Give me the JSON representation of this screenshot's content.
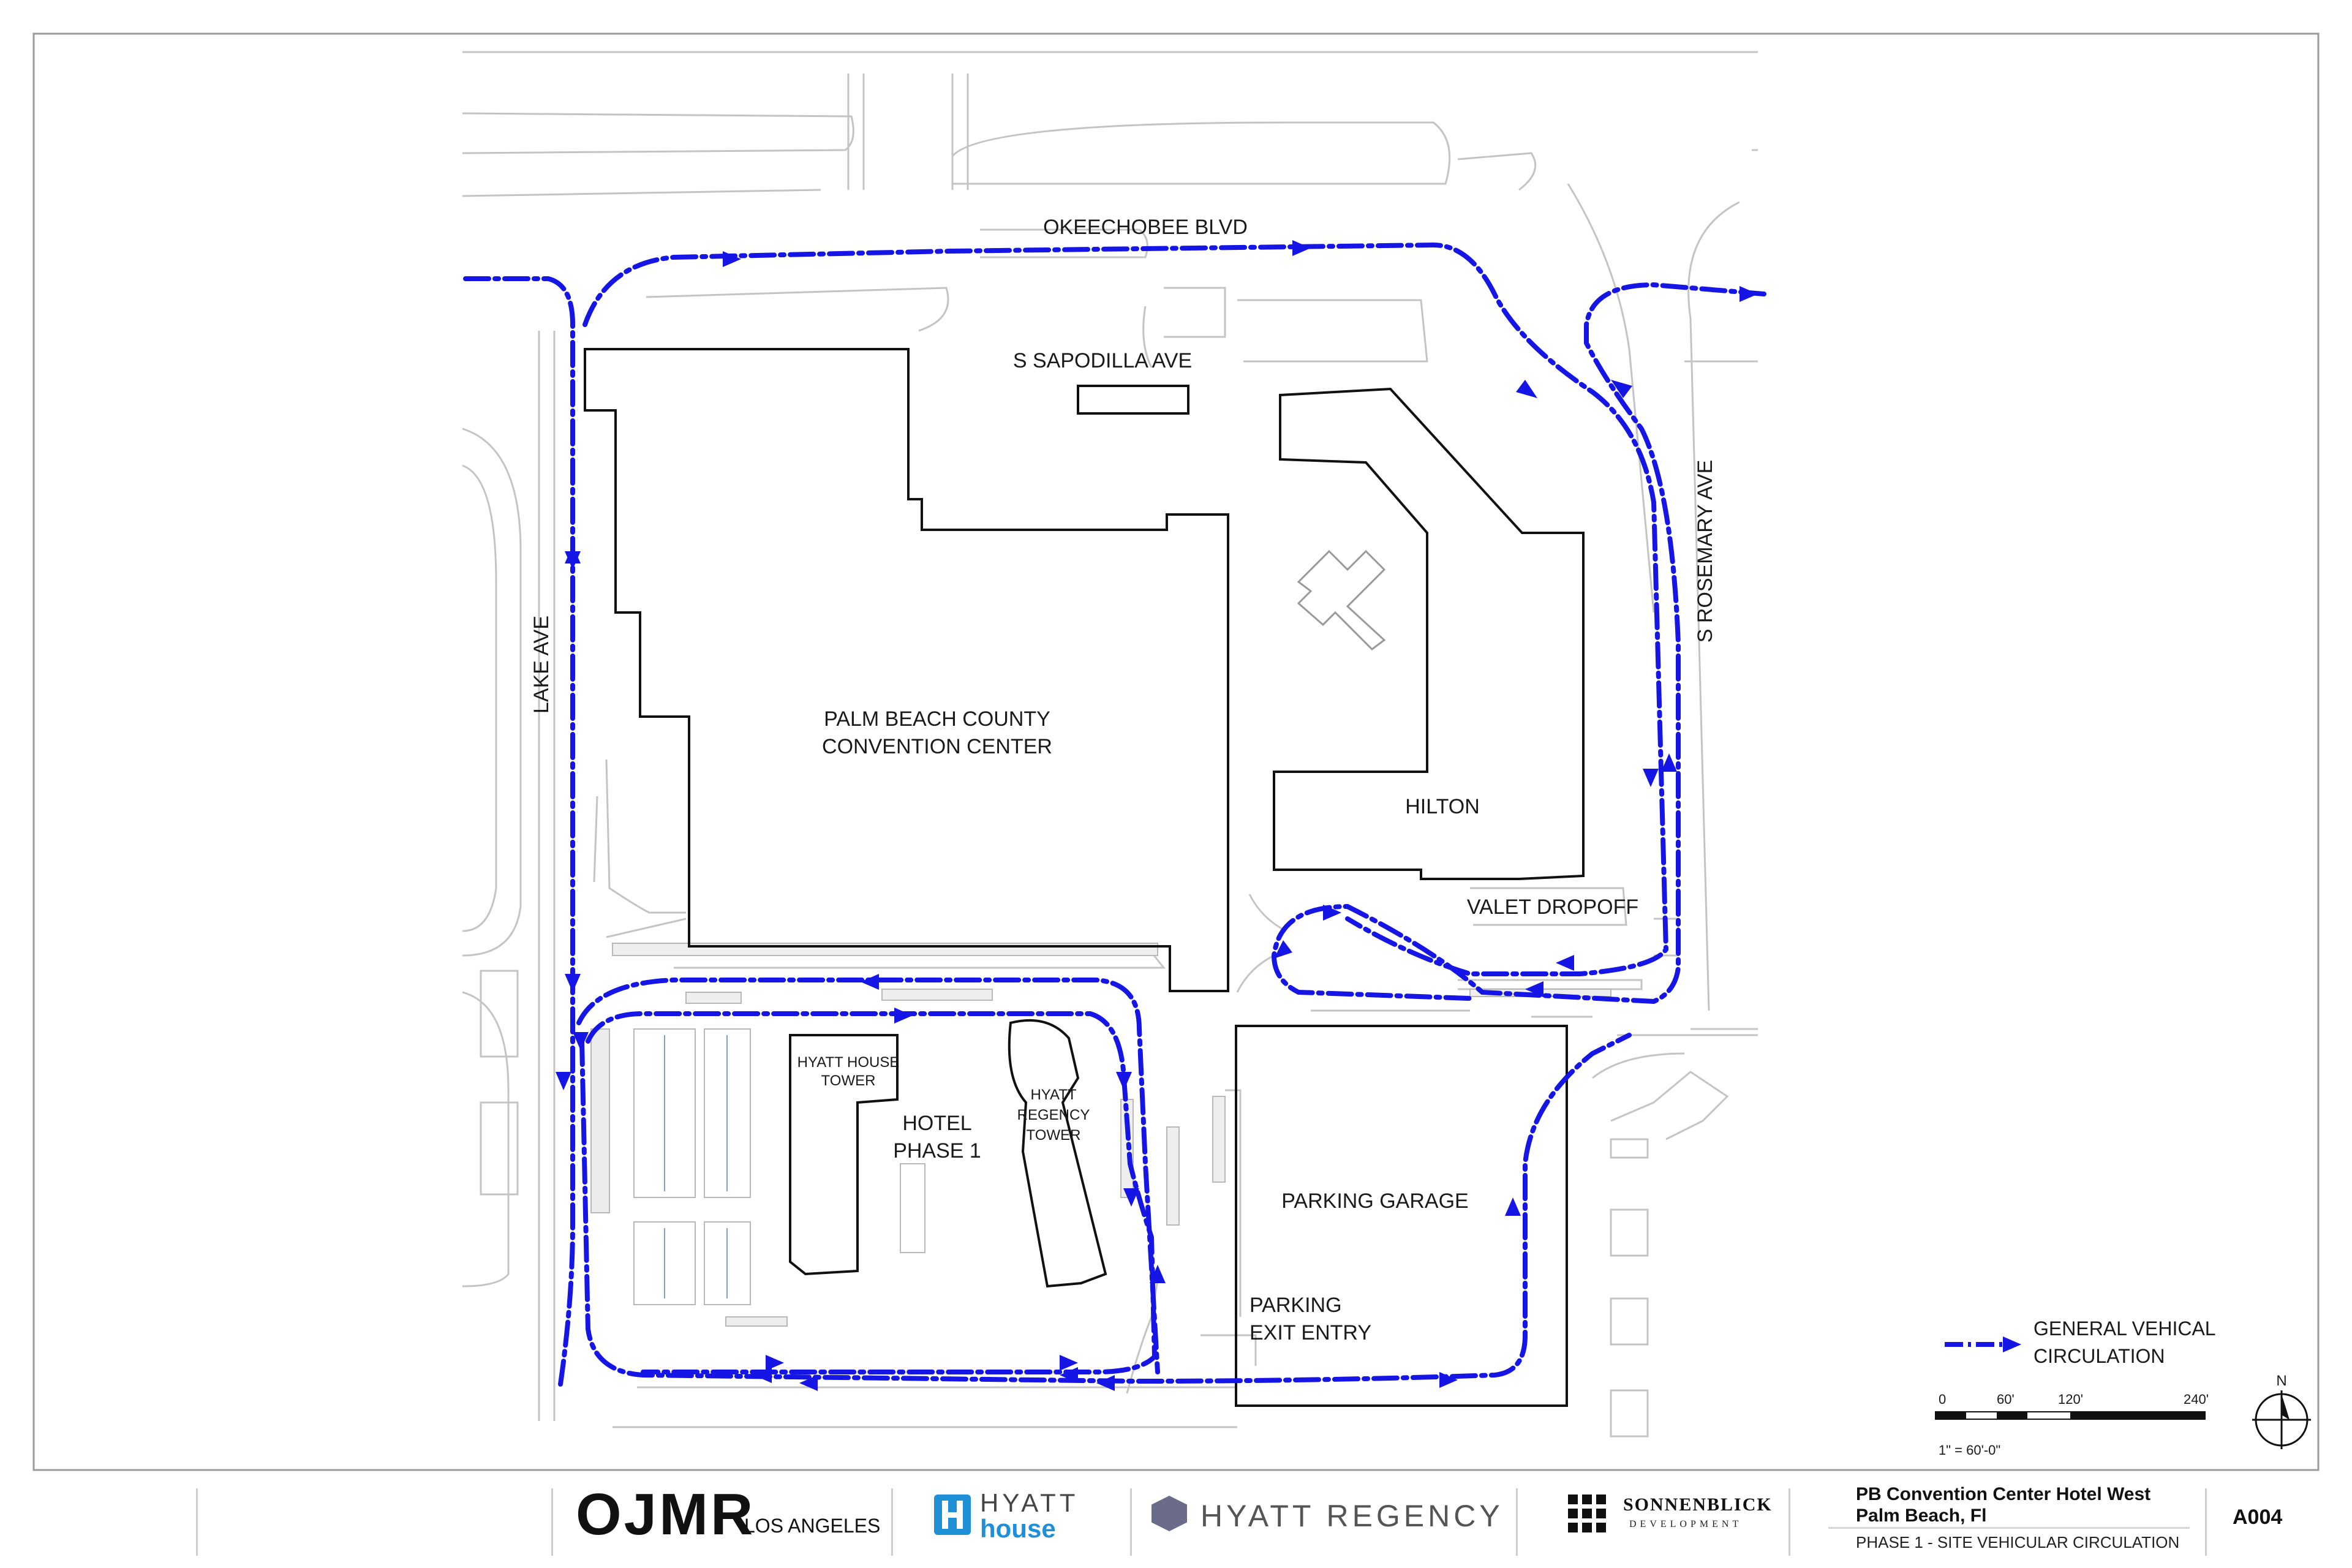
{
  "map_labels": {
    "okeechobee": "OKEECHOBEE BLVD",
    "sapodilla": "S SAPODILLA AVE",
    "rosemary": "S ROSEMARY AVE",
    "lake_ave": "LAKE AVE",
    "convention_1": "PALM BEACH COUNTY",
    "convention_2": "CONVENTION CENTER",
    "hilton": "HILTON",
    "valet": "VALET DROPOFF",
    "hyatt_house_1": "HYATT HOUSE",
    "hyatt_house_2": "TOWER",
    "hotel_1": "HOTEL",
    "hotel_2": "PHASE 1",
    "regency_1": "HYATT",
    "regency_2": "REGENCY",
    "regency_3": "TOWER",
    "garage": "PARKING GARAGE",
    "exit_1": "PARKING",
    "exit_2": "EXIT ENTRY"
  },
  "legend": {
    "line1": "GENERAL VEHICAL",
    "line2": "CIRCULATION",
    "route_color": "#1515e6"
  },
  "scale": {
    "t0": "0",
    "t60": "60'",
    "t120": "120'",
    "t240": "240'",
    "ratio": "1\" = 60'-0\"",
    "north": "N"
  },
  "title_block": {
    "ojmr": "OJMR",
    "los_angeles": "LOS ANGELES",
    "hyatt_house_top": "HYATT",
    "hyatt_house_bottom": "house",
    "hyatt_regency": "HYATT REGENCY",
    "sonnenblick": "SONNENBLICK",
    "development": "DEVELOPMENT",
    "project_1": "PB Convention Center Hotel West",
    "project_2": "Palm Beach, Fl",
    "phase": "PHASE 1 - SITE VEHICULAR CIRCULATION",
    "sheet_no": "A004"
  }
}
